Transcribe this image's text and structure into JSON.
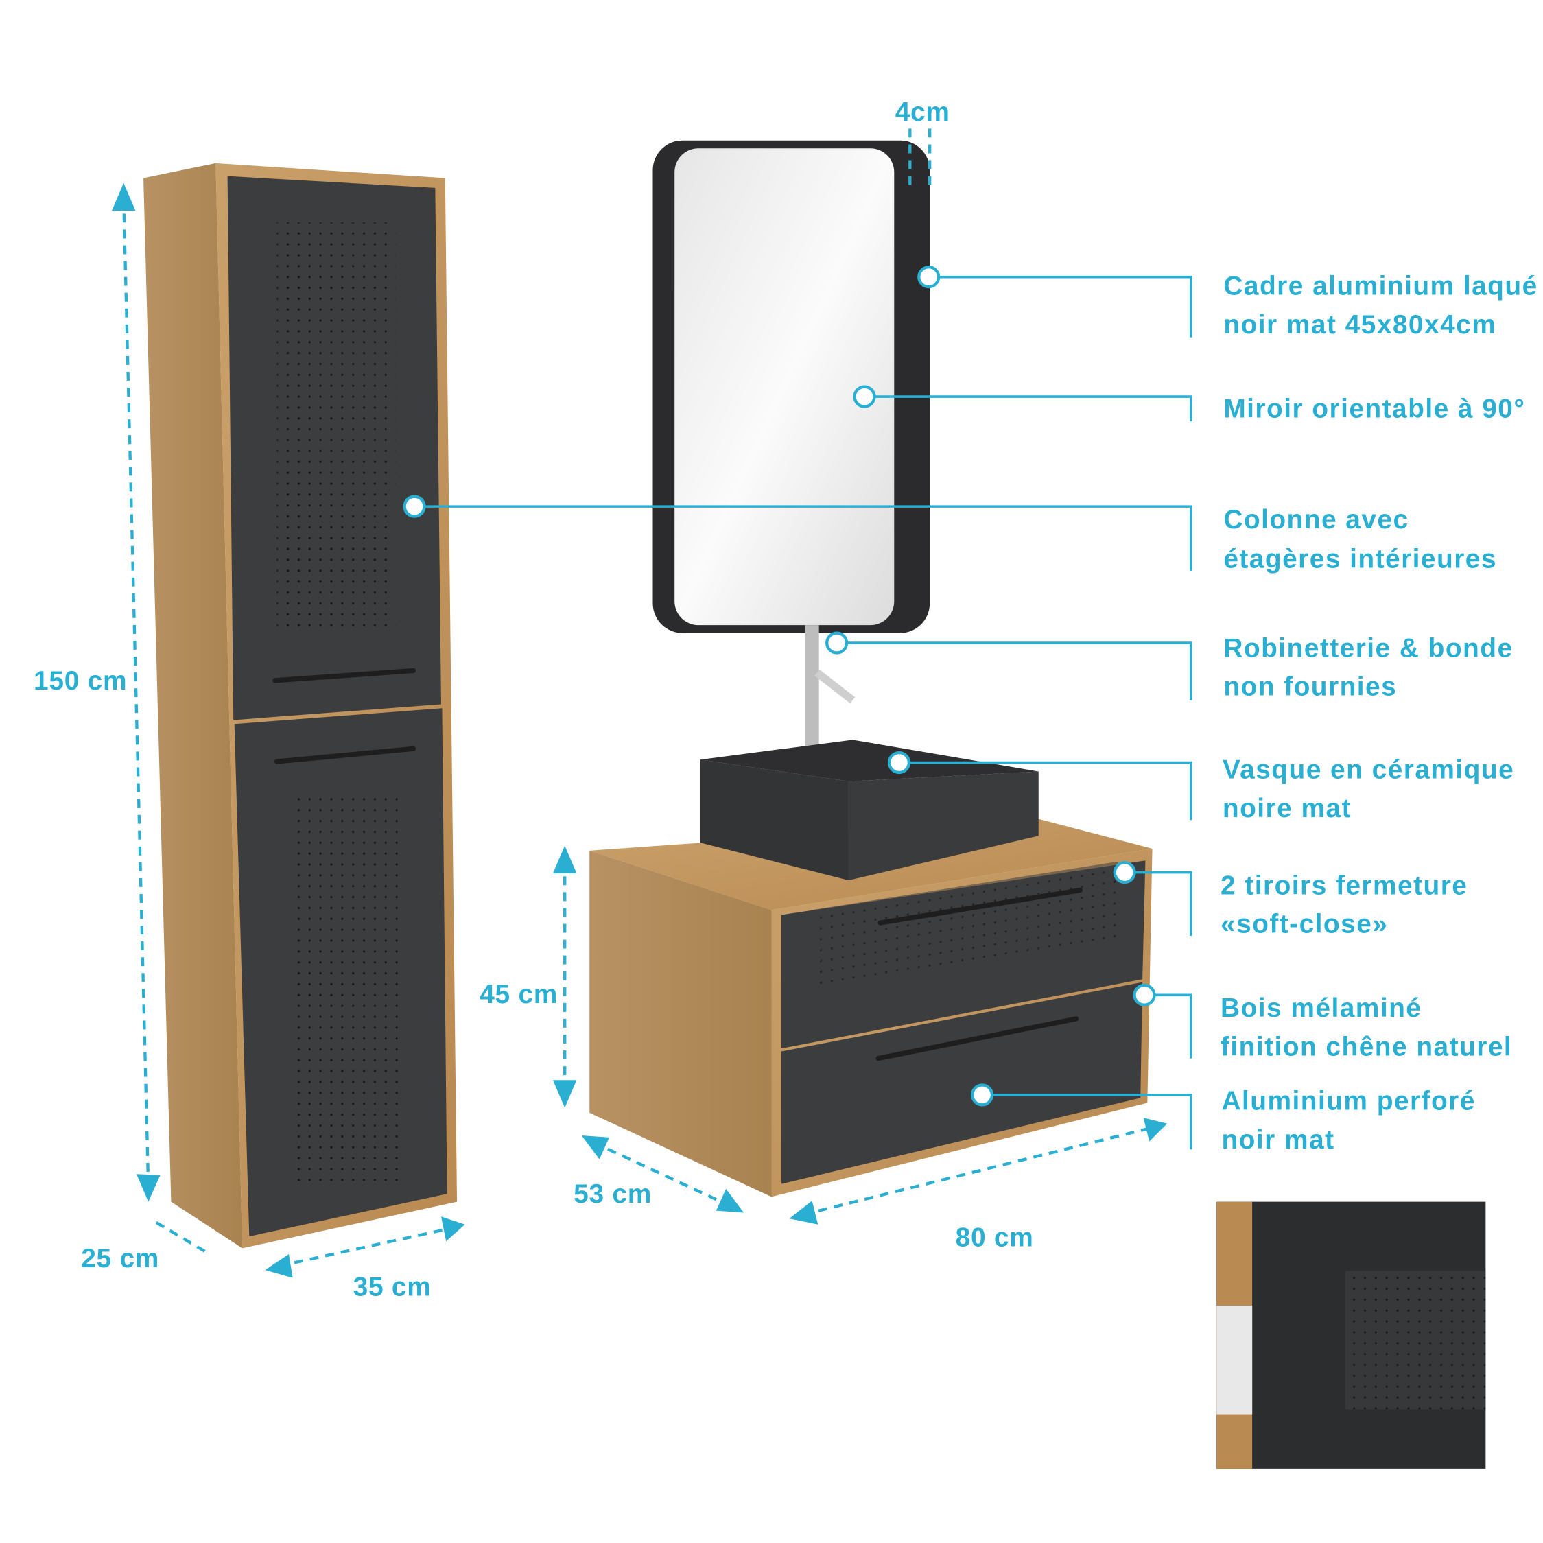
{
  "colors": {
    "accent": "#2aafd3",
    "wood": "#c89a5e",
    "panel": "#3c3d3f"
  },
  "dimensions": {
    "mirror_depth": "4cm",
    "column_height": "150 cm",
    "column_depth": "25 cm",
    "column_width": "35 cm",
    "vanity_height": "45 cm",
    "vanity_depth": "53 cm",
    "vanity_width": "80 cm"
  },
  "features": [
    {
      "line1": "Cadre aluminium laqué",
      "line2": "noir mat 45x80x4cm"
    },
    {
      "line1": "Miroir orientable à 90°",
      "line2": ""
    },
    {
      "line1": "Colonne avec",
      "line2": "étagères intérieures"
    },
    {
      "line1": "Robinetterie & bonde",
      "line2": "non fournies"
    },
    {
      "line1": "Vasque en céramique",
      "line2": "noire mat"
    },
    {
      "line1": "2 tiroirs fermeture",
      "line2": "«soft-close»"
    },
    {
      "line1": "Bois mélaminé",
      "line2": "finition chêne naturel"
    },
    {
      "line1": "Aluminium perforé",
      "line2": "noir mat"
    }
  ]
}
